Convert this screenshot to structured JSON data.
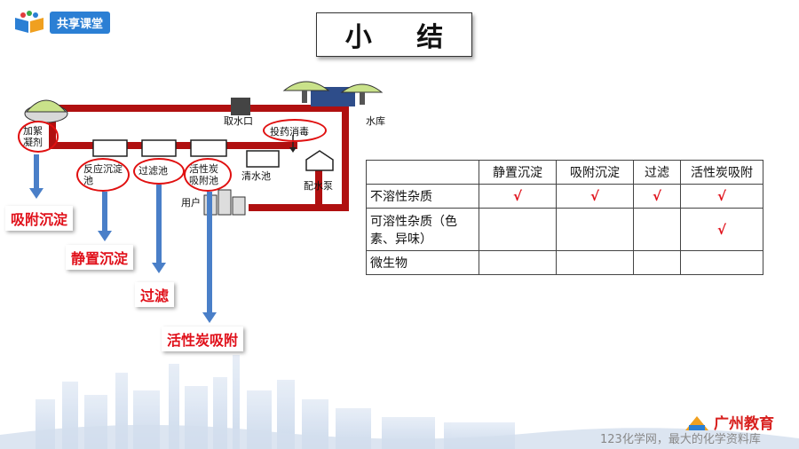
{
  "header": {
    "logo_text": "共享课堂"
  },
  "title": "小 结",
  "diagram": {
    "labels": {
      "intake": "取水口",
      "reservoir": "水库",
      "disinfect": "投药消毒",
      "coagulant": "加絮凝剂",
      "reaction_tank": "反应沉淀池",
      "filter_tank": "过滤池",
      "carbon_tank": "活性炭吸附池",
      "clear_tank": "清水池",
      "pump": "配水泵",
      "user": "用户"
    },
    "methods": [
      "吸附沉淀",
      "静置沉淀",
      "过滤",
      "活性炭吸附"
    ]
  },
  "table": {
    "headers": [
      "",
      "静置沉淀",
      "吸附沉淀",
      "过滤",
      "活性炭吸附"
    ],
    "rows": [
      {
        "label": "不溶性杂质",
        "cells": [
          "√",
          "√",
          "√",
          "√"
        ]
      },
      {
        "label": "可溶性杂质（色素、异味）",
        "cells": [
          "",
          "",
          "",
          "√"
        ]
      },
      {
        "label": "微生物",
        "cells": [
          "",
          "",
          "",
          ""
        ]
      }
    ]
  },
  "footer": {
    "brand": "广州教育",
    "watermark": "123化学网，最大的化学资料库"
  },
  "colors": {
    "accent_red": "#e0101a",
    "pipe_red": "#b01010",
    "logo_blue": "#2b7fd4",
    "arrow_blue": "#4a7fc8"
  }
}
